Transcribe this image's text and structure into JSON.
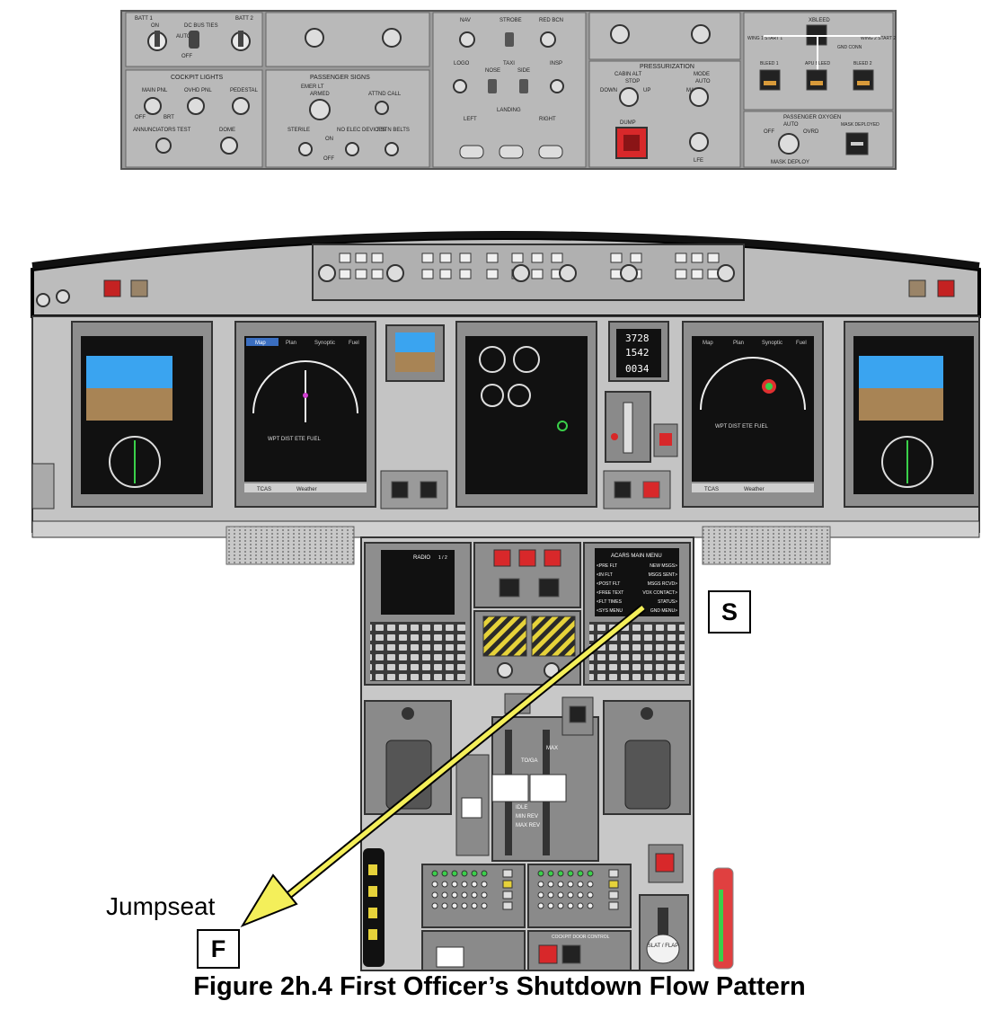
{
  "caption": "Figure 2h.4  First Officer’s Shutdown Flow Pattern",
  "markers": {
    "start": "S",
    "finish": "F",
    "finish_label": "Jumpseat"
  },
  "colors": {
    "panel_gray": "#b6b6b6",
    "panel_dark": "#4a4a4a",
    "screen": "#111111",
    "arrow_yellow": "#f4ef5a",
    "warning_red": "#d8282a"
  },
  "overhead": {
    "battery": [
      "BATT 1",
      "DC BUS TIES",
      "BATT 2",
      "ON",
      "AUTO",
      "OFF"
    ],
    "cockpit_lights": {
      "title": "COCKPIT LIGHTS",
      "labels": [
        "MAIN PNL",
        "OVHD PNL",
        "PEDESTAL",
        "OFF",
        "BRT",
        "ANNUNCIATORS TEST",
        "DOME"
      ]
    },
    "passenger_signs": {
      "title": "PASSENGER SIGNS",
      "labels": [
        "EMER LT",
        "ARMED",
        "ATTND CALL",
        "STERILE",
        "NO ELEC DEVICES",
        "FSTN BELTS",
        "ON",
        "OFF"
      ]
    },
    "ext_lights": [
      "NAV",
      "STROBE",
      "RED BCN",
      "LOGO",
      "TAXI",
      "INSP",
      "NOSE",
      "SIDE",
      "LANDING",
      "LEFT",
      "RIGHT"
    ],
    "pressurization": {
      "title": "PRESSURIZATION",
      "labels": [
        "CABIN ALT",
        "MODE",
        "STOP",
        "DOWN",
        "UP",
        "AUTO",
        "MAN",
        "DUMP",
        "LFE"
      ]
    },
    "bleed": [
      "XBLEED",
      "WING 1 START 1",
      "WING 2 START 2",
      "GND CONN",
      "BLEED 1",
      "APU BLEED",
      "BLEED 2"
    ],
    "oxygen": {
      "title": "PASSENGER OXYGEN",
      "labels": [
        "AUTO",
        "OFF",
        "OVRD",
        "MASK DEPLOYED",
        "MASK DEPLOY"
      ]
    }
  },
  "displays": {
    "standby_clock": [
      "3728",
      "1542",
      "0034"
    ],
    "mfd_tabs": [
      "Map",
      "Plan",
      "Synoptic",
      "Fuel"
    ],
    "mfd_bottom": [
      "TCAS",
      "Weather"
    ],
    "mfd_row": "WPT DIST ETE FUEL",
    "mcdu_left": {
      "title": "RADIO",
      "page": "1 / 2"
    },
    "mcdu_right": {
      "title": "ACARS  MAIN MENU",
      "lines": [
        "<PRE FLT",
        "<IN FLT",
        "<POST FLT",
        "<FREE TEXT",
        "<FLT TIMES",
        "<SYS MENU",
        "NEW MSGS>",
        "MSGS SENT>",
        "MSGS RCVD>",
        "VOX CONTACT>",
        "STATUS>",
        "GND MENU>"
      ]
    },
    "throttle": [
      "MAX",
      "TO/GA",
      "IDLE",
      "MIN REV",
      "MAX REV"
    ],
    "flap_knob": "SLAT / FLAP",
    "door_panel": "COCKPIT DOOR CONTROL"
  },
  "flow_arrow": {
    "from": "S",
    "to": "F"
  }
}
